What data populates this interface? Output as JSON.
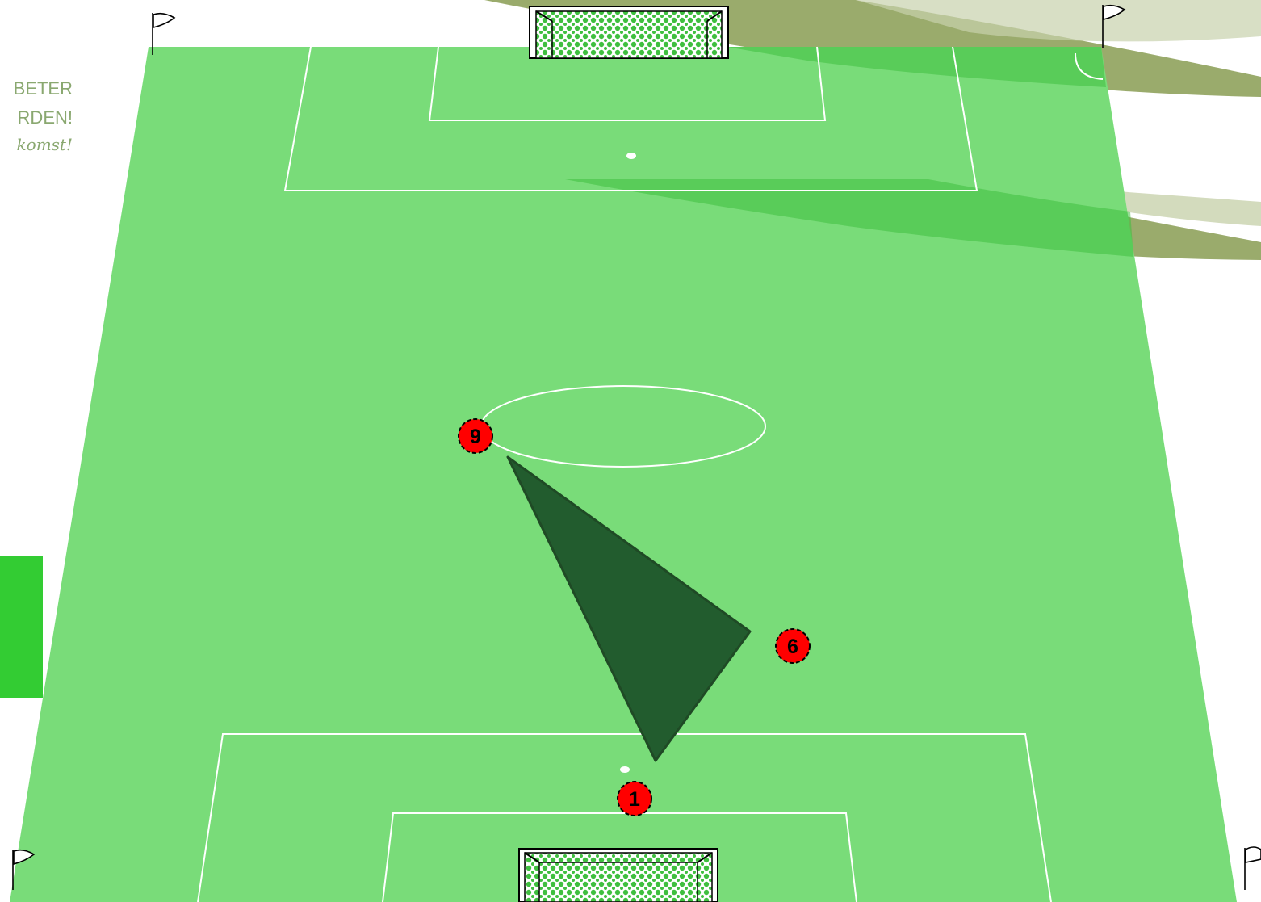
{
  "slogan": {
    "line1": "BETER",
    "line2": "RDEN!",
    "line3": "komst!"
  },
  "players": [
    {
      "number": "9"
    },
    {
      "number": "6"
    },
    {
      "number": "1"
    }
  ],
  "colors": {
    "pitch": "#79dc79",
    "lines": "#ffffff",
    "player_fill": "#ff0000",
    "zone_fill": "#225c2e",
    "side_tab": "#33cc33",
    "banner": "#9aab6c"
  }
}
